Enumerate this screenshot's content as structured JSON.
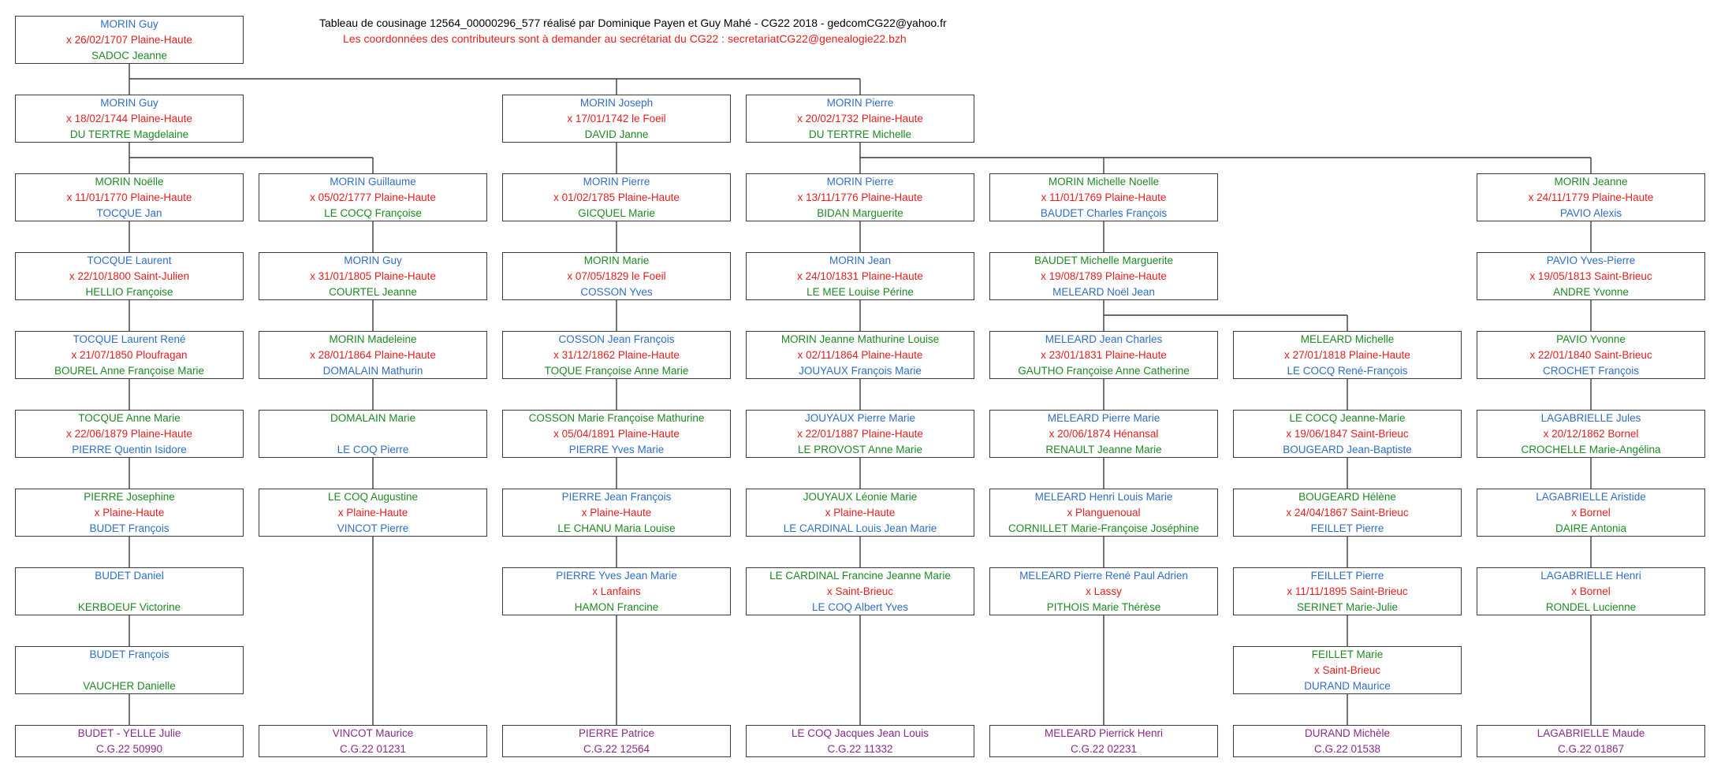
{
  "header": {
    "line1": "Tableau de cousinage 12564_00000296_577 réalisé par Dominique Payen et Guy Mahé - CG22 2018 - gedcomCG22@yahoo.fr",
    "line2": "Les coordonnées des contributeurs sont à demander au secrétariat du CG22 :  secretariatCG22@genealogie22.bzh"
  },
  "colors": {
    "blue": "#2f6fc4",
    "green": "#1e8a23",
    "red": "#e61e1e",
    "purple": "#8a2a8a",
    "line": "#3a3a3a"
  },
  "root": {
    "top": "MORIN Guy",
    "mid": "x 26/02/1707 Plaine-Haute",
    "bot": "SADOC Jeanne"
  },
  "rows": {
    "r1": [
      {
        "top": "MORIN Guy",
        "mid": "x 18/02/1744 Plaine-Haute",
        "bot": "DU TERTRE Magdelaine"
      },
      null,
      {
        "top": "MORIN Joseph",
        "mid": "x 17/01/1742 le Foeil",
        "bot": "DAVID Janne"
      },
      {
        "top": "MORIN Pierre",
        "mid": "x 20/02/1732 Plaine-Haute",
        "bot": "DU TERTRE Michelle"
      },
      null,
      null,
      null
    ],
    "r2": [
      {
        "top": "MORIN Noëlle",
        "mid": "x 11/01/1770 Plaine-Haute",
        "bot": "TOCQUE Jan"
      },
      {
        "top": "MORIN Guillaume",
        "mid": "x 05/02/1777 Plaine-Haute",
        "bot": "LE COCQ Françoise"
      },
      {
        "top": "MORIN Pierre",
        "mid": "x 01/02/1785 Plaine-Haute",
        "bot": "GICQUEL Marie"
      },
      {
        "top": "MORIN Pierre",
        "mid": "x 13/11/1776 Plaine-Haute",
        "bot": "BIDAN Marguerite"
      },
      {
        "top": "MORIN Michelle Noelle",
        "mid": "x 11/01/1769 Plaine-Haute",
        "bot": "BAUDET Charles François"
      },
      null,
      {
        "top": "MORIN Jeanne",
        "mid": "x 24/11/1779 Plaine-Haute",
        "bot": "PAVIO Alexis"
      }
    ],
    "r3": [
      {
        "top": "TOCQUE Laurent",
        "mid": "x 22/10/1800 Saint-Julien",
        "bot": "HELLIO Françoise"
      },
      {
        "top": "MORIN Guy",
        "mid": "x 31/01/1805 Plaine-Haute",
        "bot": "COURTEL Jeanne"
      },
      {
        "top": "MORIN Marie",
        "mid": "x 07/05/1829 le Foeil",
        "bot": "COSSON Yves"
      },
      {
        "top": "MORIN Jean",
        "mid": "x 24/10/1831 Plaine-Haute",
        "bot": "LE MEE Louise Périne"
      },
      {
        "top": "BAUDET Michelle Marguerite",
        "mid": "x 19/08/1789 Plaine-Haute",
        "bot": "MELEARD Noël Jean"
      },
      null,
      {
        "top": "PAVIO Yves-Pierre",
        "mid": "x 19/05/1813 Saint-Brieuc",
        "bot": "ANDRE Yvonne"
      }
    ],
    "r4": [
      {
        "top": "TOCQUE Laurent René",
        "mid": "x 21/07/1850 Ploufragan",
        "bot": "BOUREL Anne Françoise Marie"
      },
      {
        "top": "MORIN Madeleine",
        "mid": "x 28/01/1864 Plaine-Haute",
        "bot": "DOMALAIN Mathurin"
      },
      {
        "top": "COSSON Jean François",
        "mid": "x 31/12/1862 Plaine-Haute",
        "bot": "TOQUE Françoise Anne Marie"
      },
      {
        "top": "MORIN Jeanne Mathurine Louise",
        "mid": "x 02/11/1864 Plaine-Haute",
        "bot": "JOUYAUX François Marie"
      },
      {
        "top": "MELEARD Jean Charles",
        "mid": "x 23/01/1831 Plaine-Haute",
        "bot": "GAUTHO Françoise Anne Catherine"
      },
      {
        "top": "MELEARD Michelle",
        "mid": "x 27/01/1818 Plaine-Haute",
        "bot": "LE COCQ René-François"
      },
      {
        "top": "PAVIO Yvonne",
        "mid": "x 22/01/1840 Saint-Brieuc",
        "bot": "CROCHET François"
      }
    ],
    "r5": [
      {
        "top": "TOCQUE Anne Marie",
        "mid": "x 22/06/1879 Plaine-Haute",
        "bot": "PIERRE Quentin Isidore"
      },
      {
        "top": "DOMALAIN Marie",
        "mid": "",
        "bot": "LE COQ Pierre"
      },
      {
        "top": "COSSON Marie Françoise Mathurine",
        "mid": "x 05/04/1891 Plaine-Haute",
        "bot": "PIERRE Yves Marie"
      },
      {
        "top": "JOUYAUX Pierre Marie",
        "mid": "x 22/01/1887 Plaine-Haute",
        "bot": "LE PROVOST Anne Marie"
      },
      {
        "top": "MELEARD Pierre Marie",
        "mid": "x 20/06/1874 Hénansal",
        "bot": "RENAULT Jeanne Marie"
      },
      {
        "top": "LE COCQ Jeanne-Marie",
        "mid": "x 19/06/1847 Saint-Brieuc",
        "bot": "BOUGEARD Jean-Baptiste"
      },
      {
        "top": "LAGABRIELLE Jules",
        "mid": "x 20/12/1862 Bornel",
        "bot": "CROCHELLE Marie-Angélina"
      }
    ],
    "r6": [
      {
        "top": "PIERRE Josephine",
        "mid": "x          Plaine-Haute",
        "bot": "BUDET François"
      },
      {
        "top": "LE COQ Augustine",
        "mid": "x          Plaine-Haute",
        "bot": "VINCOT Pierre"
      },
      {
        "top": "PIERRE Jean François",
        "mid": "x          Plaine-Haute",
        "bot": "LE CHANU Maria Louise"
      },
      {
        "top": "JOUYAUX Léonie Marie",
        "mid": "x          Plaine-Haute",
        "bot": "LE CARDINAL Louis Jean Marie"
      },
      {
        "top": "MELEARD Henri Louis Marie",
        "mid": "x          Planguenoual",
        "bot": "CORNILLET Marie-Françoise Joséphine"
      },
      {
        "top": "BOUGEARD Hélène",
        "mid": "x 24/04/1867 Saint-Brieuc",
        "bot": "FEILLET Pierre"
      },
      {
        "top": "LAGABRIELLE Aristide",
        "mid": "x          Bornel",
        "bot": "DAIRE Antonia"
      }
    ],
    "r7": [
      {
        "top": "BUDET Daniel",
        "mid": "",
        "bot": "KERBOEUF Victorine"
      },
      null,
      {
        "top": "PIERRE Yves Jean Marie",
        "mid": "x          Lanfains",
        "bot": "HAMON Francine"
      },
      {
        "top": "LE CARDINAL Francine Jeanne Marie",
        "mid": "x          Saint-Brieuc",
        "bot": "LE COQ Albert Yves"
      },
      {
        "top": "MELEARD Pierre René Paul Adrien",
        "mid": "x          Lassy",
        "bot": "PITHOIS Marie Thérèse"
      },
      {
        "top": "FEILLET Pierre",
        "mid": "x 11/11/1895 Saint-Brieuc",
        "bot": "SERINET Marie-Julie"
      },
      {
        "top": "LAGABRIELLE Henri",
        "mid": "x          Bornel",
        "bot": "RONDEL Lucienne"
      }
    ],
    "r8": [
      {
        "top": "BUDET François",
        "mid": "",
        "bot": "VAUCHER Danielle"
      },
      null,
      null,
      null,
      null,
      {
        "top": "FEILLET Marie",
        "mid": "x          Saint-Brieuc",
        "bot": "DURAND Maurice"
      },
      null
    ],
    "r9": [
      {
        "name": "BUDET - YELLE Julie",
        "cg": "C.G.22 50990"
      },
      {
        "name": "VINCOT Maurice",
        "cg": "C.G.22 01231"
      },
      {
        "name": "PIERRE Patrice",
        "cg": "C.G.22 12564"
      },
      {
        "name": "LE COQ Jacques Jean Louis",
        "cg": "C.G.22 11332"
      },
      {
        "name": "MELEARD Pierrick Henri",
        "cg": "C.G.22 02231"
      },
      {
        "name": "DURAND Michèle",
        "cg": "C.G.22 01538"
      },
      {
        "name": "LAGABRIELLE Maude",
        "cg": "C.G.22 01867"
      }
    ]
  },
  "colorScheme": {
    "root": [
      "blue",
      "red",
      "green"
    ],
    "r1": [
      [
        "blue",
        "red",
        "green"
      ],
      null,
      [
        "blue",
        "red",
        "green"
      ],
      [
        "blue",
        "red",
        "green"
      ],
      null,
      null,
      null
    ],
    "r2": [
      [
        "green",
        "red",
        "blue"
      ],
      [
        "blue",
        "red",
        "green"
      ],
      [
        "blue",
        "red",
        "green"
      ],
      [
        "blue",
        "red",
        "green"
      ],
      [
        "green",
        "red",
        "blue"
      ],
      null,
      [
        "green",
        "red",
        "blue"
      ]
    ],
    "r3": [
      [
        "blue",
        "red",
        "green"
      ],
      [
        "blue",
        "red",
        "green"
      ],
      [
        "green",
        "red",
        "blue"
      ],
      [
        "blue",
        "red",
        "green"
      ],
      [
        "green",
        "red",
        "blue"
      ],
      null,
      [
        "blue",
        "red",
        "green"
      ]
    ],
    "r4": [
      [
        "blue",
        "red",
        "green"
      ],
      [
        "green",
        "red",
        "blue"
      ],
      [
        "blue",
        "red",
        "green"
      ],
      [
        "green",
        "red",
        "blue"
      ],
      [
        "blue",
        "red",
        "green"
      ],
      [
        "green",
        "red",
        "blue"
      ],
      [
        "green",
        "red",
        "blue"
      ]
    ],
    "r5": [
      [
        "green",
        "red",
        "blue"
      ],
      [
        "green",
        "red",
        "blue"
      ],
      [
        "green",
        "red",
        "blue"
      ],
      [
        "blue",
        "red",
        "green"
      ],
      [
        "blue",
        "red",
        "green"
      ],
      [
        "green",
        "red",
        "blue"
      ],
      [
        "blue",
        "red",
        "green"
      ]
    ],
    "r6": [
      [
        "green",
        "red",
        "blue"
      ],
      [
        "green",
        "red",
        "blue"
      ],
      [
        "blue",
        "red",
        "green"
      ],
      [
        "green",
        "red",
        "blue"
      ],
      [
        "blue",
        "red",
        "green"
      ],
      [
        "green",
        "red",
        "blue"
      ],
      [
        "blue",
        "red",
        "green"
      ]
    ],
    "r7": [
      [
        "blue",
        "red",
        "green"
      ],
      null,
      [
        "blue",
        "red",
        "green"
      ],
      [
        "green",
        "red",
        "blue"
      ],
      [
        "blue",
        "red",
        "green"
      ],
      [
        "blue",
        "red",
        "green"
      ],
      [
        "blue",
        "red",
        "green"
      ]
    ],
    "r8": [
      [
        "blue",
        "red",
        "green"
      ],
      null,
      null,
      null,
      null,
      [
        "green",
        "red",
        "blue"
      ],
      null
    ]
  }
}
